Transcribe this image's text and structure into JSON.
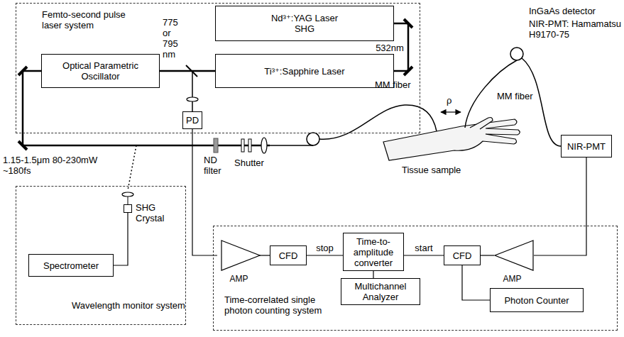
{
  "diagram": {
    "nodes": [
      {
        "text": [
          "Femto-second pulse laser system"
        ]
      },
      {
        "text": [
          "Nd³⁺:YAG Laser SHG"
        ],
        "in": 0
      },
      {
        "text": [
          "Ti³⁺:Sapphire Laser"
        ],
        "in": 0
      },
      {
        "text": [
          "Optical Parametric Oscillator"
        ],
        "in": 0
      },
      {
        "text": [
          "PD"
        ],
        "in": 0
      },
      {
        "text": [
          "NIR-PMT"
        ]
      },
      {
        "text": [
          "Wavelength monitor system"
        ]
      },
      {
        "text": [
          "SHG Crystal"
        ],
        "in": 6
      },
      {
        "text": [
          "Spectrometer"
        ],
        "in": 6
      },
      {
        "text": [
          "Time-correlated single photon counting system"
        ]
      },
      {
        "text": [
          "AMP"
        ],
        "in": 9
      },
      {
        "text": [
          "CFD"
        ],
        "in": 9
      },
      {
        "text": [
          "Time-to-amplitude converter"
        ],
        "in": 9
      },
      {
        "text": [
          "Multichannel Analyzer"
        ],
        "in": 9
      },
      {
        "text": [
          "CFD"
        ],
        "in": 9
      },
      {
        "text": [
          "AMP"
        ],
        "in": 9
      },
      {
        "text": [
          "Photon Counter"
        ],
        "in": 9
      }
    ],
    "edges": [
      {
        "from": 1,
        "to": 2,
        "arrow": "none",
        "label": "532nm"
      },
      {
        "from": 2,
        "to": 3,
        "arrow": "none"
      },
      {
        "from": 4,
        "to": 10,
        "arrow": "none"
      },
      {
        "from": 10,
        "to": 11,
        "arrow": "none"
      },
      {
        "from": 11,
        "to": 12,
        "arrow": "none",
        "label": "stop"
      },
      {
        "from": 14,
        "to": 12,
        "arrow": "none",
        "label": "start"
      },
      {
        "from": 15,
        "to": 14,
        "arrow": "none"
      },
      {
        "from": 12,
        "to": 13,
        "arrow": "none"
      },
      {
        "from": 14,
        "to": 16,
        "arrow": "none"
      },
      {
        "from": 5,
        "to": 15,
        "arrow": "none"
      },
      {
        "from": 7,
        "to": 8,
        "arrow": "none"
      }
    ],
    "labels": [
      "775 or 795 nm",
      "1.15-1.5μm 80-230mW ~180fs",
      "ND filter",
      "Shutter",
      "MM fiber",
      "ρ",
      "MM fiber",
      "InGaAs detector",
      "NIR-PMT: Hamamatsu H9170-75",
      "Tissue sample"
    ]
  }
}
